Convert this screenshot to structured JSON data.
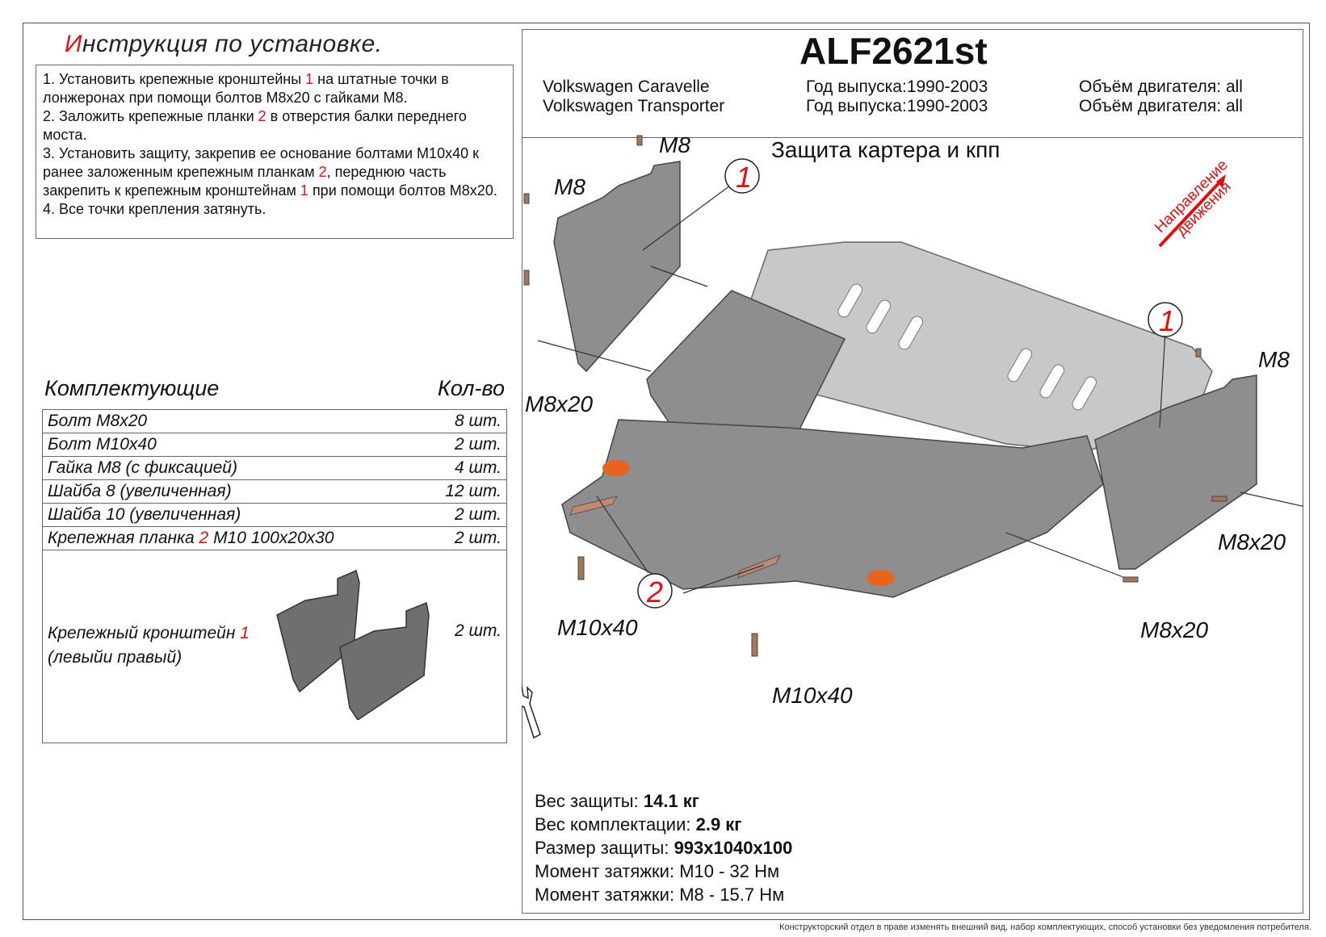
{
  "instructions": {
    "title_first": "И",
    "title_rest": "нструкция по установке.",
    "step1a": "1. Установить крепежные кронштейны ",
    "step1_num": "1",
    "step1b": " на штатные точки в лонжеронах при помощи болтов М8х20 с гайками М8.",
    "step2a": "2. Заложить крепежные планки ",
    "step2_num": "2",
    "step2b": " в отверстия балки переднего моста.",
    "step3a": "3. Установить защиту, закрепив ее основание болтами М10х40 к ранее заложенным крепежным планкам ",
    "step3_num1": "2",
    "step3b": ", переднюю часть закрепить к крепежным кронштейнам ",
    "step3_num2": "1",
    "step3c": " при помощи болтов М8х20.",
    "step4": "4. Все точки крепления затянуть."
  },
  "parts": {
    "heading": "Комплектующие",
    "qty_heading": "Кол-во",
    "rows": [
      {
        "name": "Болт М8х20",
        "qty": "8 шт."
      },
      {
        "name": "Болт М10х40",
        "qty": "2 шт."
      },
      {
        "name": "Гайка М8 (с фиксацией)",
        "qty": "4 шт."
      },
      {
        "name": "Шайба 8 (увеличенная)",
        "qty": "12 шт."
      },
      {
        "name": "Шайба 10 (увеличенная)",
        "qty": "2 шт."
      }
    ],
    "plate_name_a": "Крепежная планка ",
    "plate_num": "2",
    "plate_name_b": " М10 100х20х30",
    "plate_qty": "2 шт.",
    "bracket_name_a": "Крепежный кронштейн ",
    "bracket_num": "1",
    "bracket_name_b": "(левыйи правый)",
    "bracket_qty": "2 шт."
  },
  "header": {
    "article": "ALF2621st",
    "vehicle1": "Volkswagen Caravelle",
    "vehicle2": "Volkswagen Transporter",
    "year1": "Год выпуска:1990-2003",
    "year2": "Год выпуска:1990-2003",
    "engine1": "Объём двигателя: all",
    "engine2": "Объём двигателя: all"
  },
  "drawing": {
    "subtitle": "Защита картера и кпп",
    "direction_line1": "Направление",
    "direction_line2": "движения",
    "labels": {
      "m8_top": "M8",
      "m8_left": "M8",
      "m8x20_left": "M8x20",
      "m8_right": "M8",
      "m8x20_right": "M8x20",
      "m8x20_bottom": "M8x20",
      "m10x40_left": "M10x40",
      "m10x40_bottom": "M10x40",
      "callout1": "1",
      "callout1b": "1",
      "callout2": "2"
    },
    "colors": {
      "part_dark": "#8e8e8e",
      "part_light": "#c8c8c8",
      "accent_red": "#d11",
      "orange": "#e8641c"
    }
  },
  "specs": {
    "weight_label": "Вес защиты: ",
    "weight_value": "14.1 кг",
    "kit_label": "Вес комплектации: ",
    "kit_value": "2.9 кг",
    "size_label": "Размер защиты: ",
    "size_value": "993х1040х100",
    "torque1": "Момент затяжки:  М10 - 32 Нм",
    "torque2": "Момент затяжки:  М8 - 15.7 Нм"
  },
  "footer": "Конструкторский отдел в праве изменять внешний вид, набор комплектующих, способ установки без уведомления потребителя."
}
